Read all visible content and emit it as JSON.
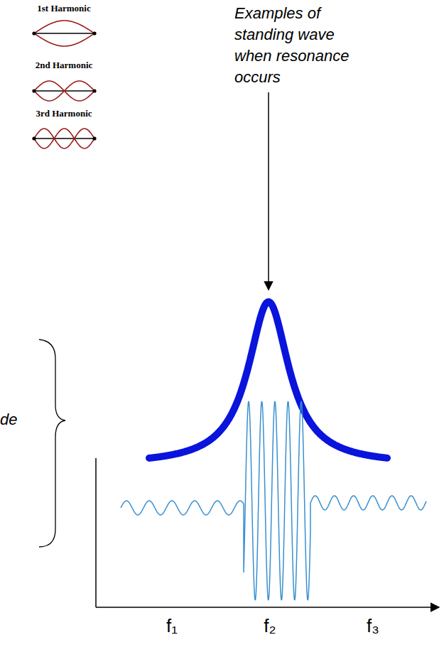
{
  "diagram": {
    "labels": [
      "1st Harmonic",
      "2nd Harmonic",
      "3rd Harmonic",
      "Examples of standing wave when resonance occurs",
      "de",
      "f₁",
      "f₂",
      "f₃"
    ]
  }
}
